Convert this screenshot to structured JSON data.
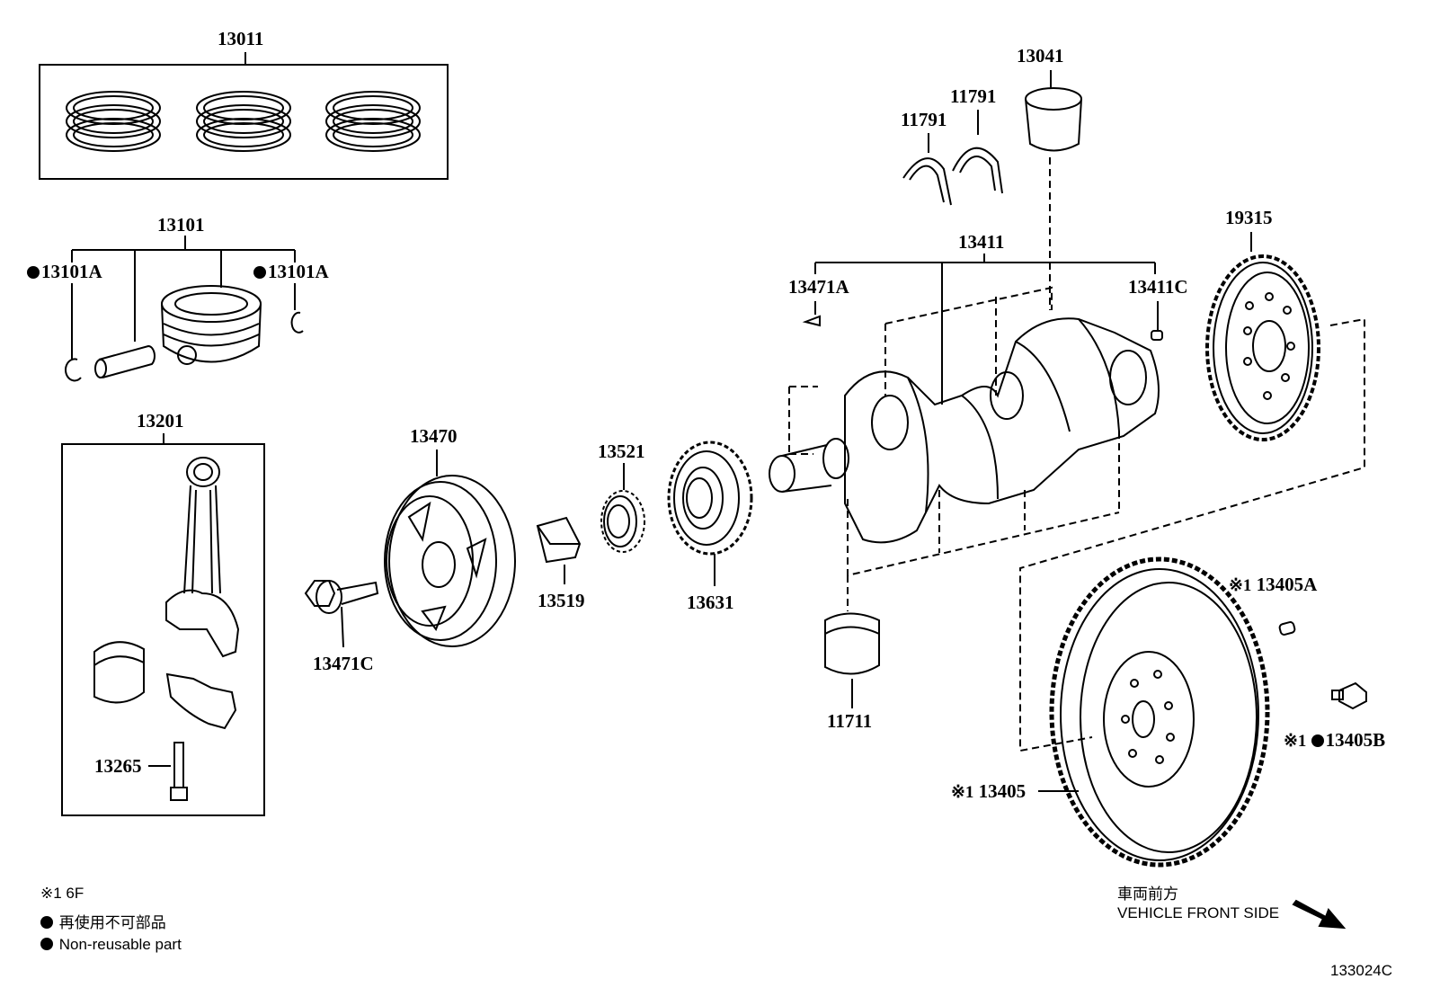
{
  "parts": {
    "p13011": "13011",
    "p13101": "13101",
    "p13101A_left": "13101A",
    "p13101A_right": "13101A",
    "p13201": "13201",
    "p13265": "13265",
    "p13470": "13470",
    "p13471C": "13471C",
    "p13519": "13519",
    "p13521": "13521",
    "p13631": "13631",
    "p13041": "13041",
    "p11791_a": "11791",
    "p11791_b": "11791",
    "p13411": "13411",
    "p13471A": "13471A",
    "p13411C": "13411C",
    "p19315": "19315",
    "p11711": "11711",
    "p13405A": "13405A",
    "p13405B": "13405B",
    "p13405": "13405"
  },
  "marks": {
    "ref1": "※1",
    "ref1_b": "※1",
    "ref1_c": "※1"
  },
  "legend": {
    "ref_note": "※1  6F",
    "nonreusable_jp": "再使用不可部品",
    "nonreusable_en": "Non-reusable part"
  },
  "direction": {
    "jp": "車両前方",
    "en": "VEHICLE FRONT SIDE"
  },
  "figure_code": "133024C"
}
